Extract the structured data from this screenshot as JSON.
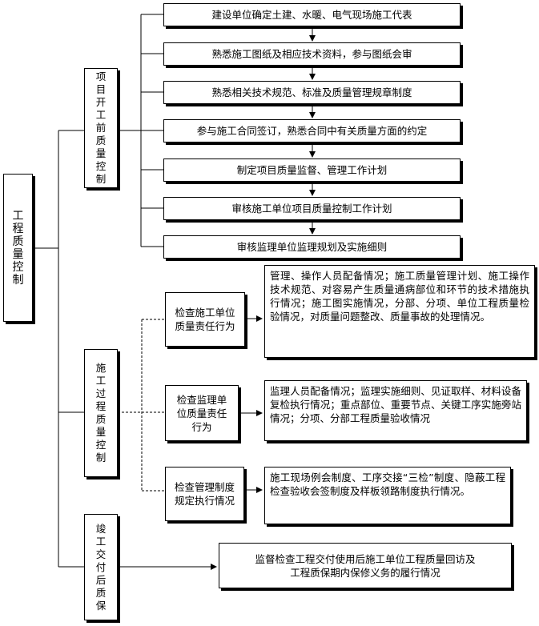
{
  "root": "工程质量控制",
  "phases": [
    {
      "label": "项目开工前质量控制"
    },
    {
      "label": "施工过程质量控制"
    },
    {
      "label": "竣工交付后质保"
    }
  ],
  "pre_steps": [
    "建设单位确定土建、水暖、电气现场施工代表",
    "熟悉施工图纸及相应技术资料，参与图纸会审",
    "熟悉相关技术规范、标准及质量管理规章制度",
    "参与施工合同签订，熟悉合同中有关质量方面的约定",
    "制定项目质量监督、管理工作计划",
    "审核施工单位项目质量控制工作计划",
    "审核监理单位监理规划及实施细则"
  ],
  "process_items": [
    {
      "title": "检查施工单位质量责任行为",
      "detail": "管理、操作人员配备情况；施工质量管理计划、施工操作技术规范、对容易产生质量通病部位和环节的技术措施执行情况；施工图实施情况，分部、分项、单位工程质量检验情况，对质量问题整改、质量事故的处理情况。"
    },
    {
      "title": "检查监理单位质量责任行为",
      "detail": "监理人员配备情况；监理实施细则、见证取样、材料设备复检执行情况；重点部位、重要节点、关键工序实施旁站情况；分项、分部工程质量验收情况"
    },
    {
      "title": "检查管理制度规定执行情况",
      "detail": "施工现场例会制度、工序交接“三检”制度、隐蔽工程检查验收会签制度及样板领路制度执行情况。"
    }
  ],
  "post_detail": "监督检查工程交付使用后施工单位工程质量回访及工程质保期内保修义务的履行情况"
}
